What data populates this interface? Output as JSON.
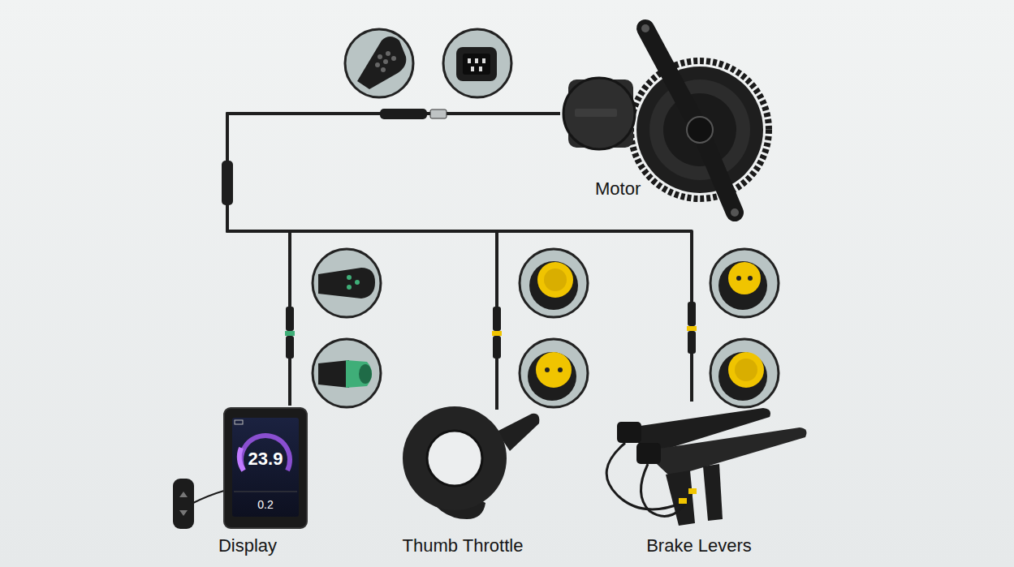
{
  "diagram": {
    "nodes": [
      {
        "text": [
          "Motor"
        ]
      },
      {
        "text": [
          "Display"
        ]
      },
      {
        "text": [
          "Thumb Throttle"
        ]
      },
      {
        "text": [
          "Brake Levers"
        ]
      }
    ],
    "edges": [
      {
        "from": 0,
        "to": 1,
        "arrow": "none"
      },
      {
        "from": 0,
        "to": 2,
        "arrow": "none"
      },
      {
        "from": 0,
        "to": 3,
        "arrow": "none"
      }
    ],
    "labels": [
      "23.9",
      "0.2"
    ]
  }
}
